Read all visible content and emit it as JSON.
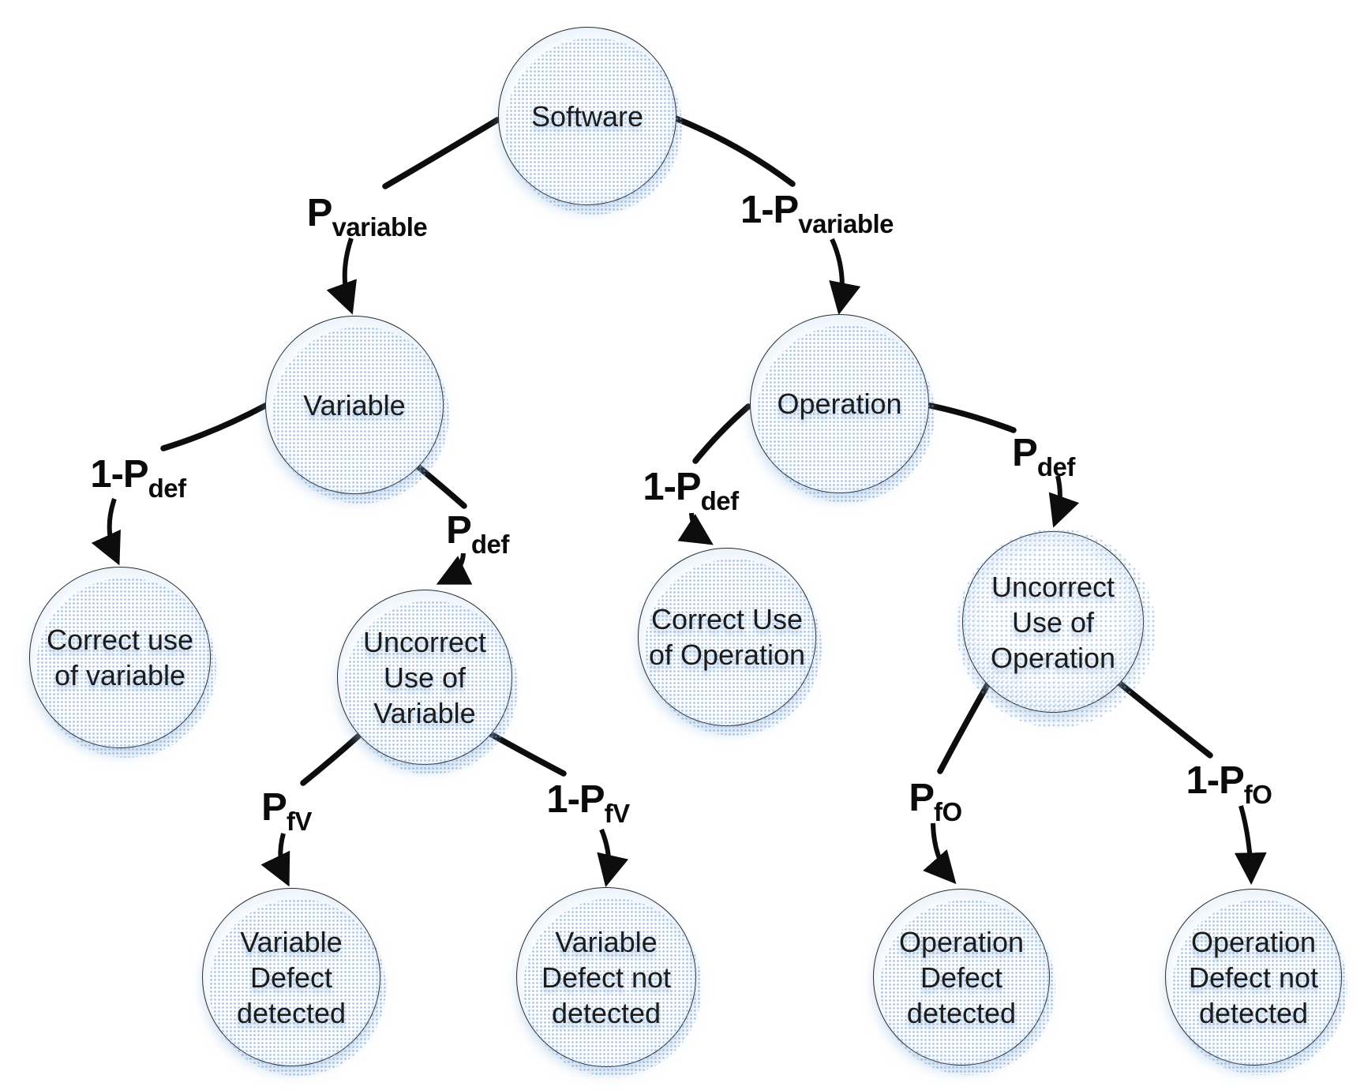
{
  "diagram": {
    "kind": "probability-tree",
    "background": "#ffffff"
  },
  "colors": {
    "ink": "#0d0d0d",
    "node_border": "#2b2b2b",
    "node_fill": "#ffffff",
    "shadow_blue": "#9ec0e2",
    "text": "#1c1c1c"
  },
  "nodes": {
    "software": {
      "label": "Software"
    },
    "variable": {
      "label": "Variable"
    },
    "operation": {
      "label": "Operation"
    },
    "correct_use_variable": {
      "label": "Correct use\nof variable"
    },
    "uncorrect_use_variable": {
      "label": "Uncorrect\nUse of\nVariable"
    },
    "correct_use_operation": {
      "label": "Correct Use\nof Operation"
    },
    "uncorrect_use_operation": {
      "label": "Uncorrect\nUse of\nOperation"
    },
    "variable_defect_detected": {
      "label": "Variable\nDefect\ndetected"
    },
    "variable_defect_not_detected": {
      "label": "Variable\nDefect not\ndetected"
    },
    "operation_defect_detected": {
      "label": "Operation\nDefect\ndetected"
    },
    "operation_defect_not_detected": {
      "label": "Operation\nDefect not\ndetected"
    }
  },
  "edge_labels": {
    "p_variable": {
      "pre": "P",
      "sub": "variable"
    },
    "one_minus_p_variable": {
      "pre": "1-P",
      "sub": "variable"
    },
    "one_minus_p_def_left": {
      "pre": "1-P",
      "sub": "def"
    },
    "p_def_left": {
      "pre": "P",
      "sub": "def"
    },
    "p_fv": {
      "pre": "P",
      "sub": "fV"
    },
    "one_minus_p_fv": {
      "pre": "1-P",
      "sub": "fV"
    },
    "one_minus_p_def_right": {
      "pre": "1-P",
      "sub": "def"
    },
    "p_def_right": {
      "pre": "P",
      "sub": "def"
    },
    "p_fo": {
      "pre": "P",
      "sub": "fO"
    },
    "one_minus_p_fo": {
      "pre": "1-P",
      "sub": "fO"
    }
  }
}
